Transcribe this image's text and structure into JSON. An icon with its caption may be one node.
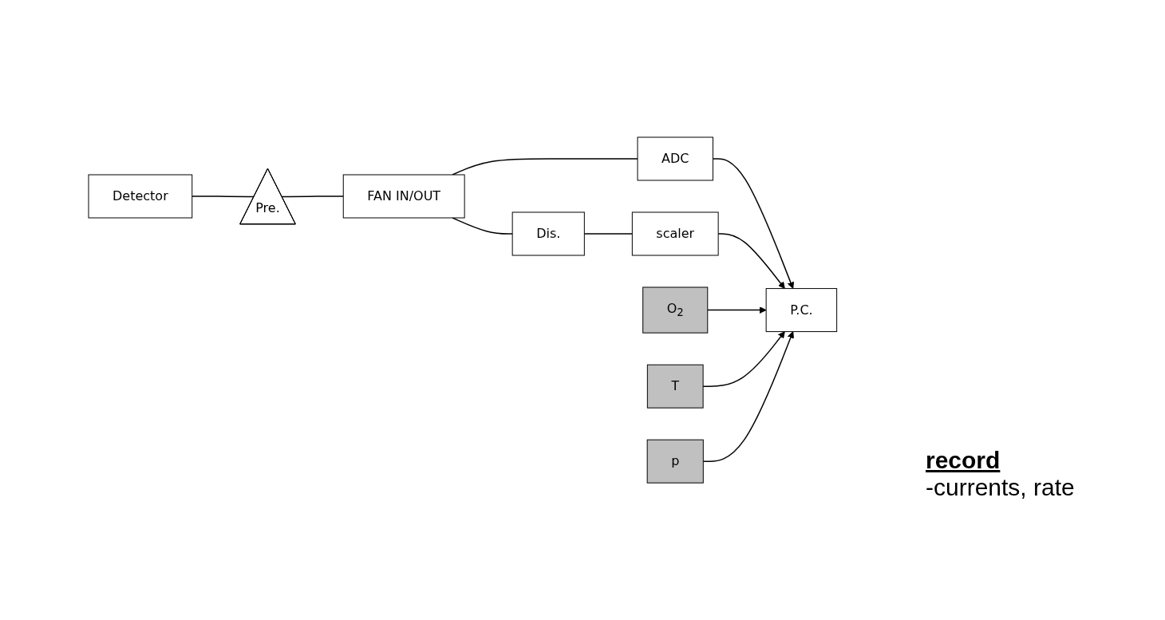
{
  "diagram": {
    "nodes": [
      {
        "text": [
          "Detector"
        ]
      },
      {
        "text": [
          "Pre."
        ]
      },
      {
        "text": [
          "FAN IN/OUT"
        ]
      },
      {
        "text": [
          "Dis."
        ]
      },
      {
        "text": [
          "ADC"
        ]
      },
      {
        "text": [
          "scaler"
        ]
      },
      {
        "text": [
          "O$_{2}$"
        ]
      },
      {
        "text": [
          "T"
        ]
      },
      {
        "text": [
          "p"
        ]
      },
      {
        "text": [
          "P.C."
        ]
      }
    ],
    "edges": [
      {
        "from": 0,
        "to": 1,
        "arrow": "none"
      },
      {
        "from": 1,
        "to": 2,
        "arrow": "none"
      },
      {
        "from": 2,
        "to": 3,
        "arrow": "none"
      },
      {
        "from": 2,
        "to": 4,
        "arrow": "none"
      },
      {
        "from": 3,
        "to": 5,
        "arrow": "none"
      },
      {
        "from": 4,
        "to": 9,
        "arrow": "to"
      },
      {
        "from": 5,
        "to": 9,
        "arrow": "to"
      },
      {
        "from": 6,
        "to": 9,
        "arrow": "to"
      },
      {
        "from": 7,
        "to": 9,
        "arrow": "to"
      },
      {
        "from": 8,
        "to": 9,
        "arrow": "to"
      }
    ],
    "labels": [
      "record",
      "-currents, rate"
    ]
  }
}
